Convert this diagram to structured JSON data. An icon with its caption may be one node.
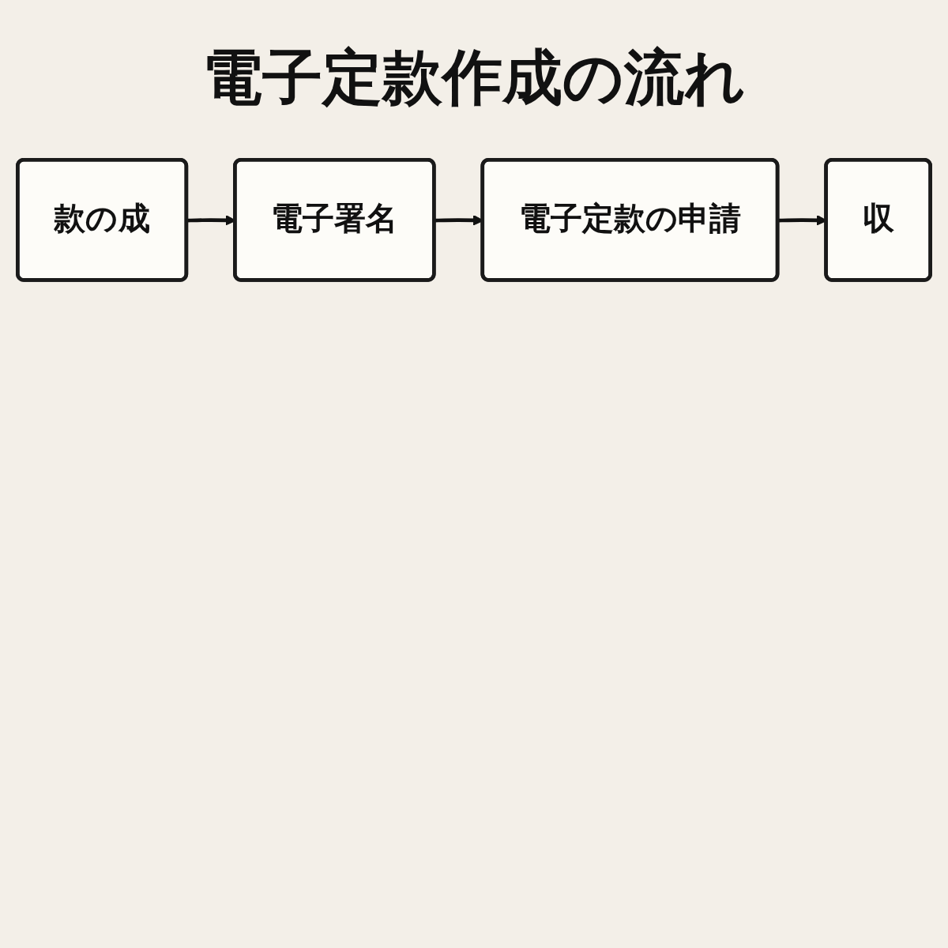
{
  "diagram": {
    "title": "電子定款作成の流れ",
    "nodes": [
      {
        "text": [
          "款の成"
        ]
      },
      {
        "text": [
          "電子署名"
        ]
      },
      {
        "text": [
          "電子定款の申請"
        ]
      },
      {
        "text": [
          "収"
        ]
      }
    ],
    "edges": [
      {
        "from": 0,
        "to": 1,
        "arrow": "to"
      },
      {
        "from": 1,
        "to": 2,
        "arrow": "to"
      },
      {
        "from": 2,
        "to": 3,
        "arrow": "to"
      }
    ]
  }
}
